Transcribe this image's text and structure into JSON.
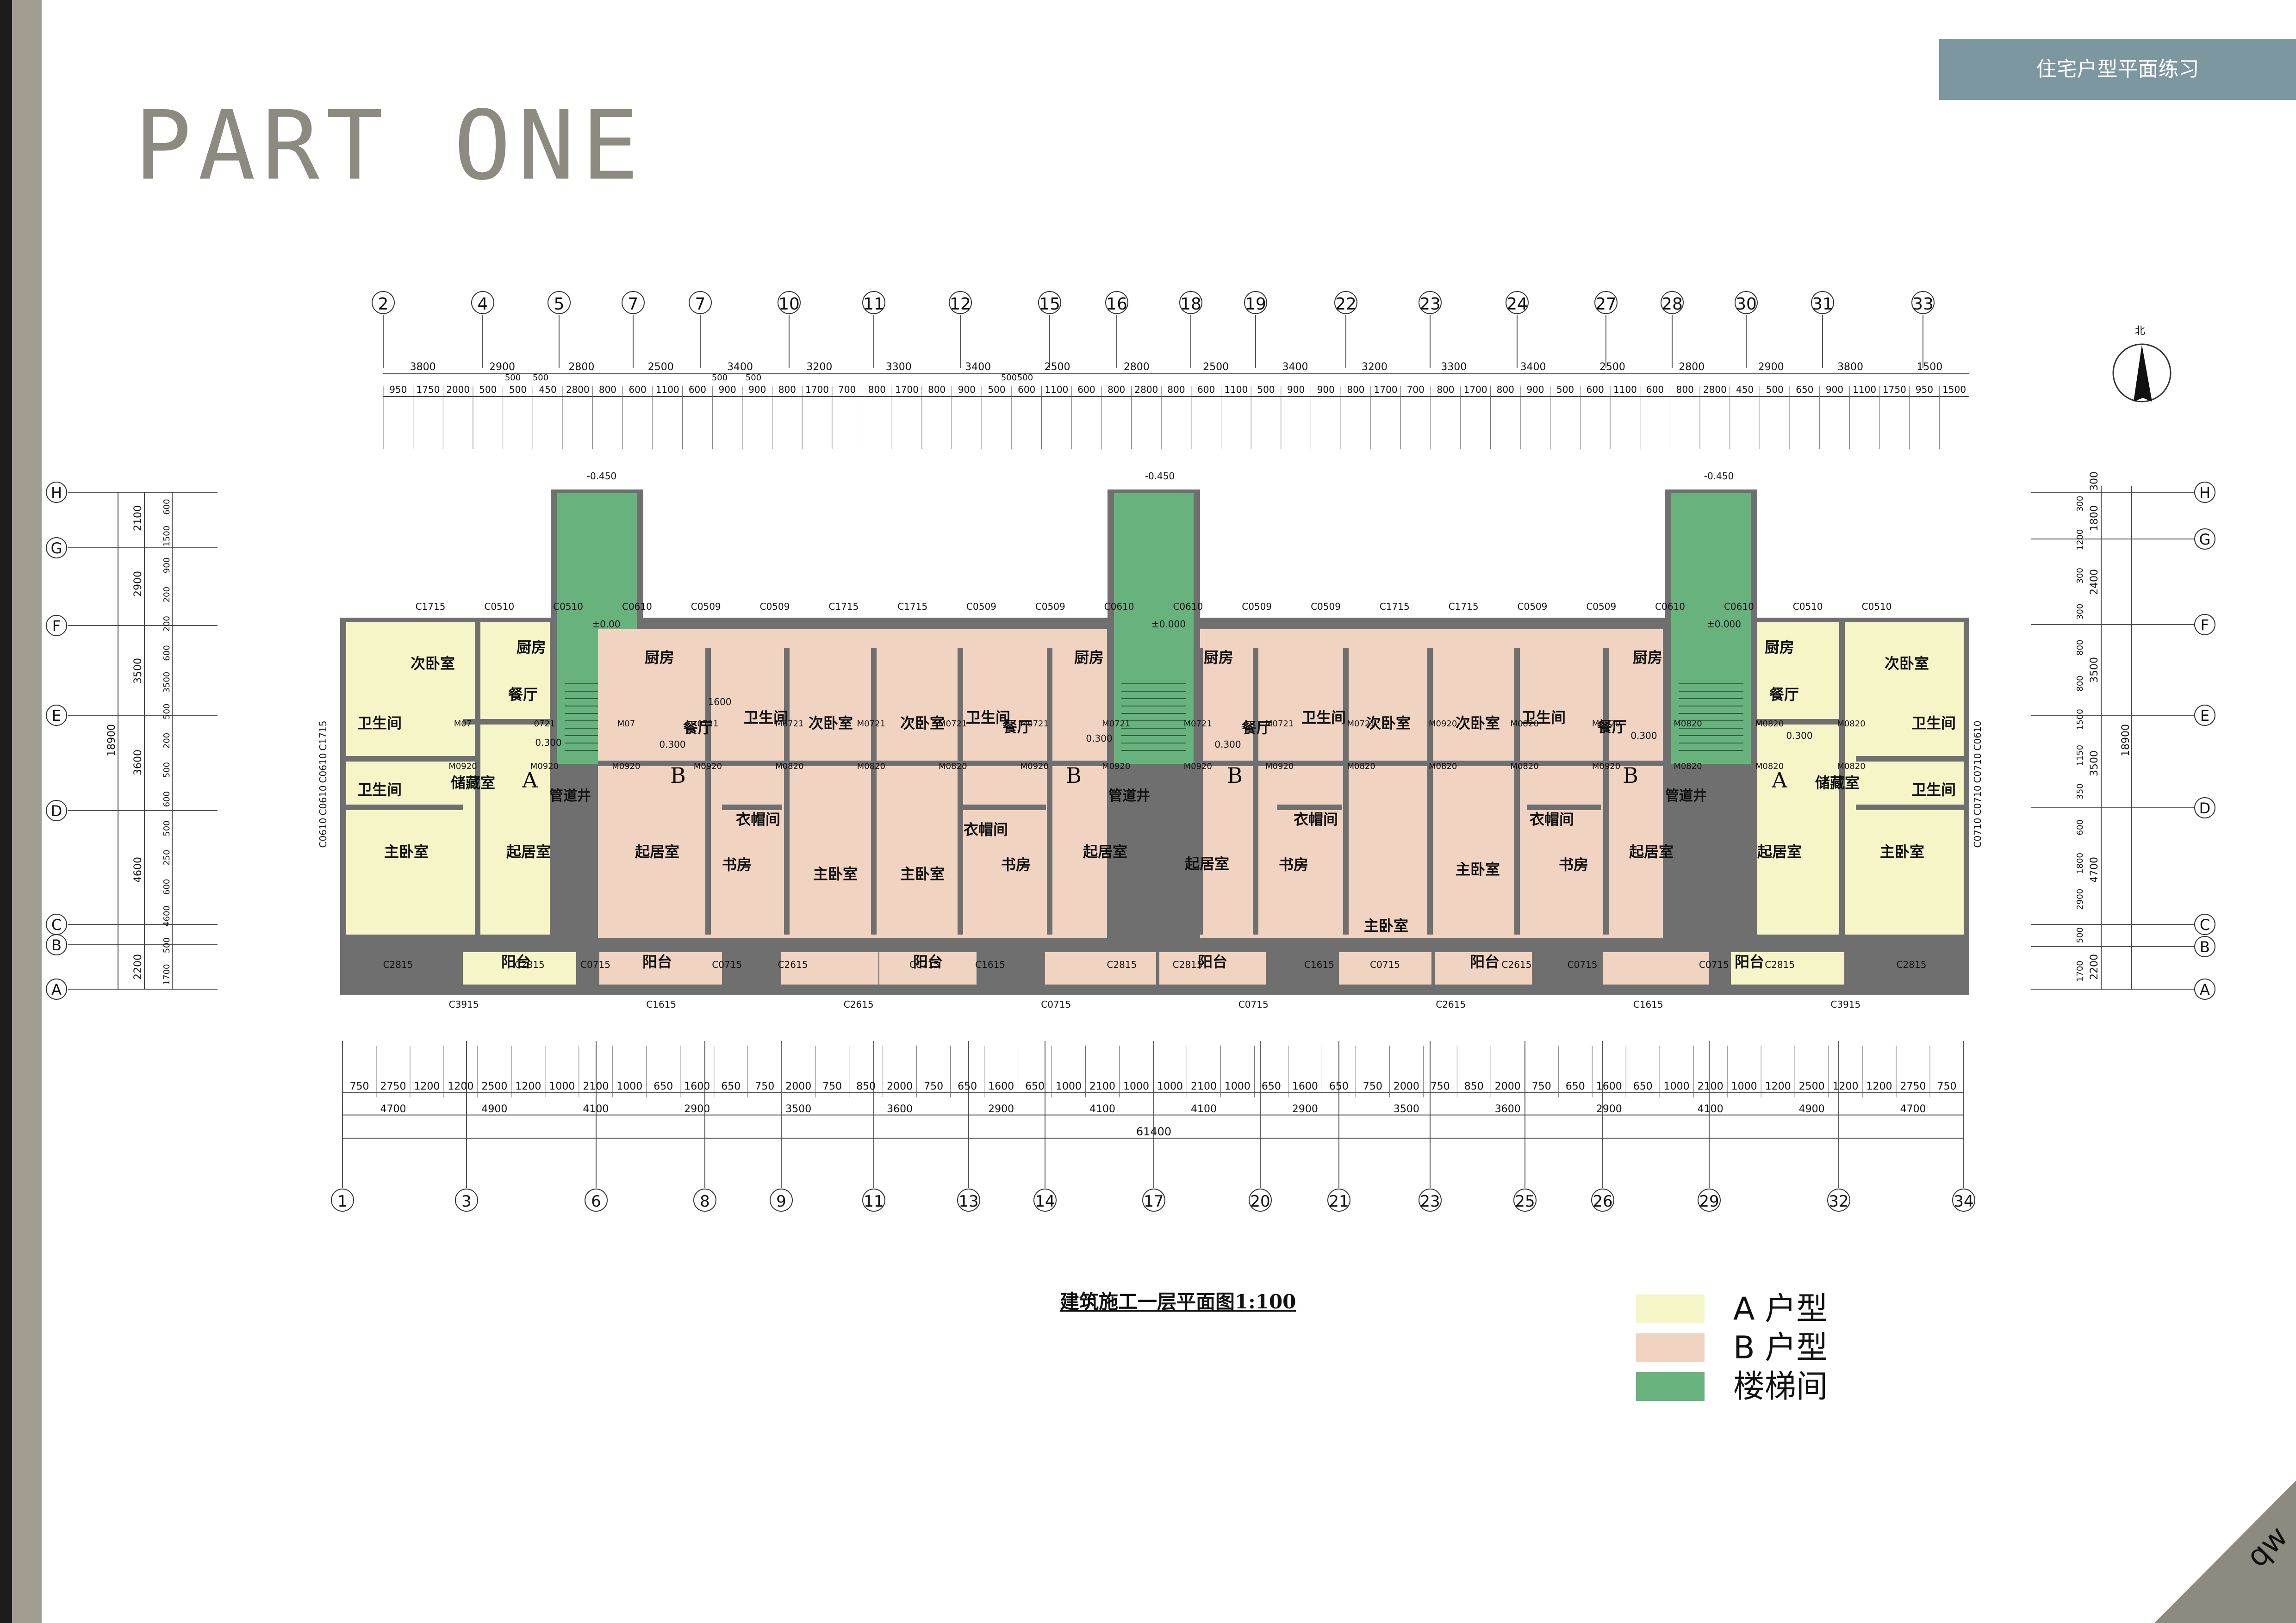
{
  "header": {
    "part_title": "PART ONE",
    "top_right_label": "住宅户型平面练习"
  },
  "north_arrow": {
    "label": "北"
  },
  "axes": {
    "top": [
      "2",
      "4",
      "5",
      "7",
      "7",
      "10",
      "11",
      "12",
      "15",
      "16",
      "18",
      "19",
      "22",
      "23",
      "24",
      "27",
      "28",
      "30",
      "31",
      "33"
    ],
    "bottom": [
      "1",
      "3",
      "6",
      "8",
      "9",
      "11",
      "13",
      "14",
      "17",
      "20",
      "21",
      "23",
      "25",
      "26",
      "29",
      "32",
      "34"
    ],
    "left": [
      "H",
      "G",
      "F",
      "E",
      "D",
      "C",
      "B",
      "A"
    ],
    "right": [
      "H",
      "G",
      "F",
      "E",
      "D",
      "C",
      "B",
      "A"
    ]
  },
  "dimensions": {
    "top_row1": [
      "3800",
      "2900",
      "2800",
      "2500",
      "3400",
      "3200",
      "3300",
      "3400",
      "2500",
      "2800",
      "2500",
      "3400",
      "3200",
      "3300",
      "3400",
      "2500",
      "2800",
      "2900",
      "3800",
      "1500"
    ],
    "top_row2": [
      "950",
      "1750",
      "2000",
      "500",
      "500",
      "450",
      "2800",
      "800",
      "600",
      "1100",
      "600",
      "900",
      "900",
      "800",
      "1700",
      "700",
      "800",
      "1700",
      "800",
      "900",
      "500",
      "600",
      "1100",
      "600",
      "800",
      "2800",
      "800",
      "600",
      "1100",
      "500",
      "900",
      "900",
      "800",
      "1700",
      "700",
      "800",
      "1700",
      "800",
      "900",
      "500",
      "600",
      "1100",
      "600",
      "800",
      "2800",
      "450",
      "500",
      "650",
      "900",
      "1100",
      "1750",
      "950",
      "1500"
    ],
    "top_small": [
      "500",
      "500",
      "500",
      "500",
      "500",
      "500"
    ],
    "bottom_row1": [
      "750",
      "2750",
      "1200",
      "1200",
      "2500",
      "1200",
      "1000",
      "2100",
      "1000",
      "650",
      "1600",
      "650",
      "750",
      "2000",
      "750",
      "850",
      "2000",
      "750",
      "650",
      "1600",
      "650",
      "1000",
      "2100",
      "1000",
      "1000",
      "2100",
      "1000",
      "650",
      "1600",
      "650",
      "750",
      "2000",
      "750",
      "850",
      "2000",
      "750",
      "650",
      "1600",
      "650",
      "1000",
      "2100",
      "1000",
      "1200",
      "2500",
      "1200",
      "1200",
      "2750",
      "750"
    ],
    "bottom_row2": [
      "4700",
      "4900",
      "4100",
      "2900",
      "3500",
      "3600",
      "2900",
      "4100",
      "4100",
      "2900",
      "3500",
      "3600",
      "2900",
      "4100",
      "4900",
      "4700"
    ],
    "bottom_total": "61400",
    "left_outer": [
      "2100",
      "2900",
      "3500",
      "3600",
      "4600",
      "2200"
    ],
    "left_total": "18900",
    "left_inner": [
      "600",
      "1500",
      "900",
      "200",
      "200",
      "600",
      "3500",
      "500",
      "200",
      "500",
      "600",
      "500",
      "250",
      "600",
      "4600",
      "500",
      "1700"
    ],
    "right_outer": [
      "300",
      "1800",
      "2400",
      "3500",
      "3500",
      "4700",
      "2200"
    ],
    "right_total": "18900",
    "right_inner": [
      "300",
      "1200",
      "300",
      "300",
      "800",
      "800",
      "1500",
      "1150",
      "350",
      "600",
      "1800",
      "2900",
      "500",
      "1700"
    ]
  },
  "elevations": [
    "-0.450",
    "-0.450",
    "-0.450",
    "±0.00",
    "±0.000",
    "±0.000",
    "0.300",
    "0.300",
    "0.300",
    "0.300",
    "0.300",
    "0.300"
  ],
  "units": {
    "A_left": {
      "tag": "A",
      "rooms": [
        "次卧室",
        "厨房",
        "餐厅",
        "卫生间",
        "卫生间",
        "储藏室",
        "主卧室",
        "起居室",
        "阳台"
      ]
    },
    "B1": {
      "tag": "B",
      "rooms": [
        "厨房",
        "餐厅",
        "卫生间",
        "次卧室",
        "起居室",
        "衣帽间",
        "书房",
        "主卧室",
        "阳台"
      ]
    },
    "B2": {
      "tag": "B",
      "rooms": [
        "次卧室",
        "卫生间",
        "厨房",
        "餐厅",
        "衣帽间",
        "书房",
        "主卧室",
        "起居室",
        "阳台"
      ]
    },
    "B3": {
      "tag": "B",
      "rooms": [
        "厨房",
        "餐厅",
        "卫生间",
        "次卧室",
        "起居室",
        "衣帽间",
        "书房",
        "主卧室",
        "阳台"
      ]
    },
    "B4": {
      "tag": "B",
      "rooms": [
        "次卧室",
        "卫生间",
        "厨房",
        "餐厅",
        "衣帽间",
        "书房",
        "主卧室",
        "起居室",
        "阳台"
      ]
    },
    "A_right": {
      "tag": "A",
      "rooms": [
        "厨房",
        "次卧室",
        "餐厅",
        "卫生间",
        "卫生间",
        "储藏室",
        "起居室",
        "主卧室",
        "阳台"
      ]
    }
  },
  "common_labels": {
    "shaft": "管道井"
  },
  "window_labels": [
    "C1715",
    "C0510",
    "C0510",
    "C0610",
    "C0509",
    "C0509",
    "C1715",
    "C1715",
    "C0509",
    "C0509",
    "C0610",
    "C0610",
    "C0509",
    "C0509",
    "C1715",
    "C1715",
    "C0509",
    "C0509",
    "C0610",
    "C0610",
    "C0510",
    "C0510",
    "C1715",
    "C0610",
    "C0610",
    "C0610",
    "C0610",
    "C0710",
    "C0710",
    "C0710",
    "C2815",
    "C3915",
    "C2815",
    "C0715",
    "C1615",
    "C0715",
    "C2615",
    "C2615",
    "C0715",
    "C1615",
    "C0715",
    "C2815",
    "C2815",
    "C0715",
    "C1615",
    "C0715",
    "C2615",
    "C2615",
    "C0715",
    "C1615",
    "C0715",
    "C2815",
    "C3915",
    "C2815"
  ],
  "door_labels": [
    "M07",
    "0721",
    "M07",
    "0721",
    "M0721",
    "M0721",
    "M0721",
    "M0721",
    "M0721",
    "M0721",
    "M0721",
    "M0721",
    "M0920",
    "M0820",
    "M0820",
    "M0820",
    "M0820",
    "M0820",
    "M0920",
    "M0920",
    "M0920",
    "M0920",
    "M0820",
    "M0820",
    "M0820",
    "M0920",
    "M0920",
    "M0920",
    "M0920",
    "M0820",
    "M0820",
    "M0820",
    "M0920",
    "M0820",
    "M0820",
    "M0820"
  ],
  "dim_misc": [
    "1600"
  ],
  "caption": "建筑施工一层平面图1:100",
  "legend": [
    {
      "label": "A 户型",
      "color": "#f6f5c8"
    },
    {
      "label": "B 户型",
      "color": "#f0d3c0"
    },
    {
      "label": "楼梯间",
      "color": "#68b27d"
    }
  ],
  "corner_mark": "qw",
  "colors": {
    "unitA": "#f6f5c8",
    "unitB": "#f0d3c0",
    "stair": "#68b27d",
    "wall": "#6f6f6f",
    "accent": "#7d97a0",
    "title": "#8d8a7f"
  }
}
